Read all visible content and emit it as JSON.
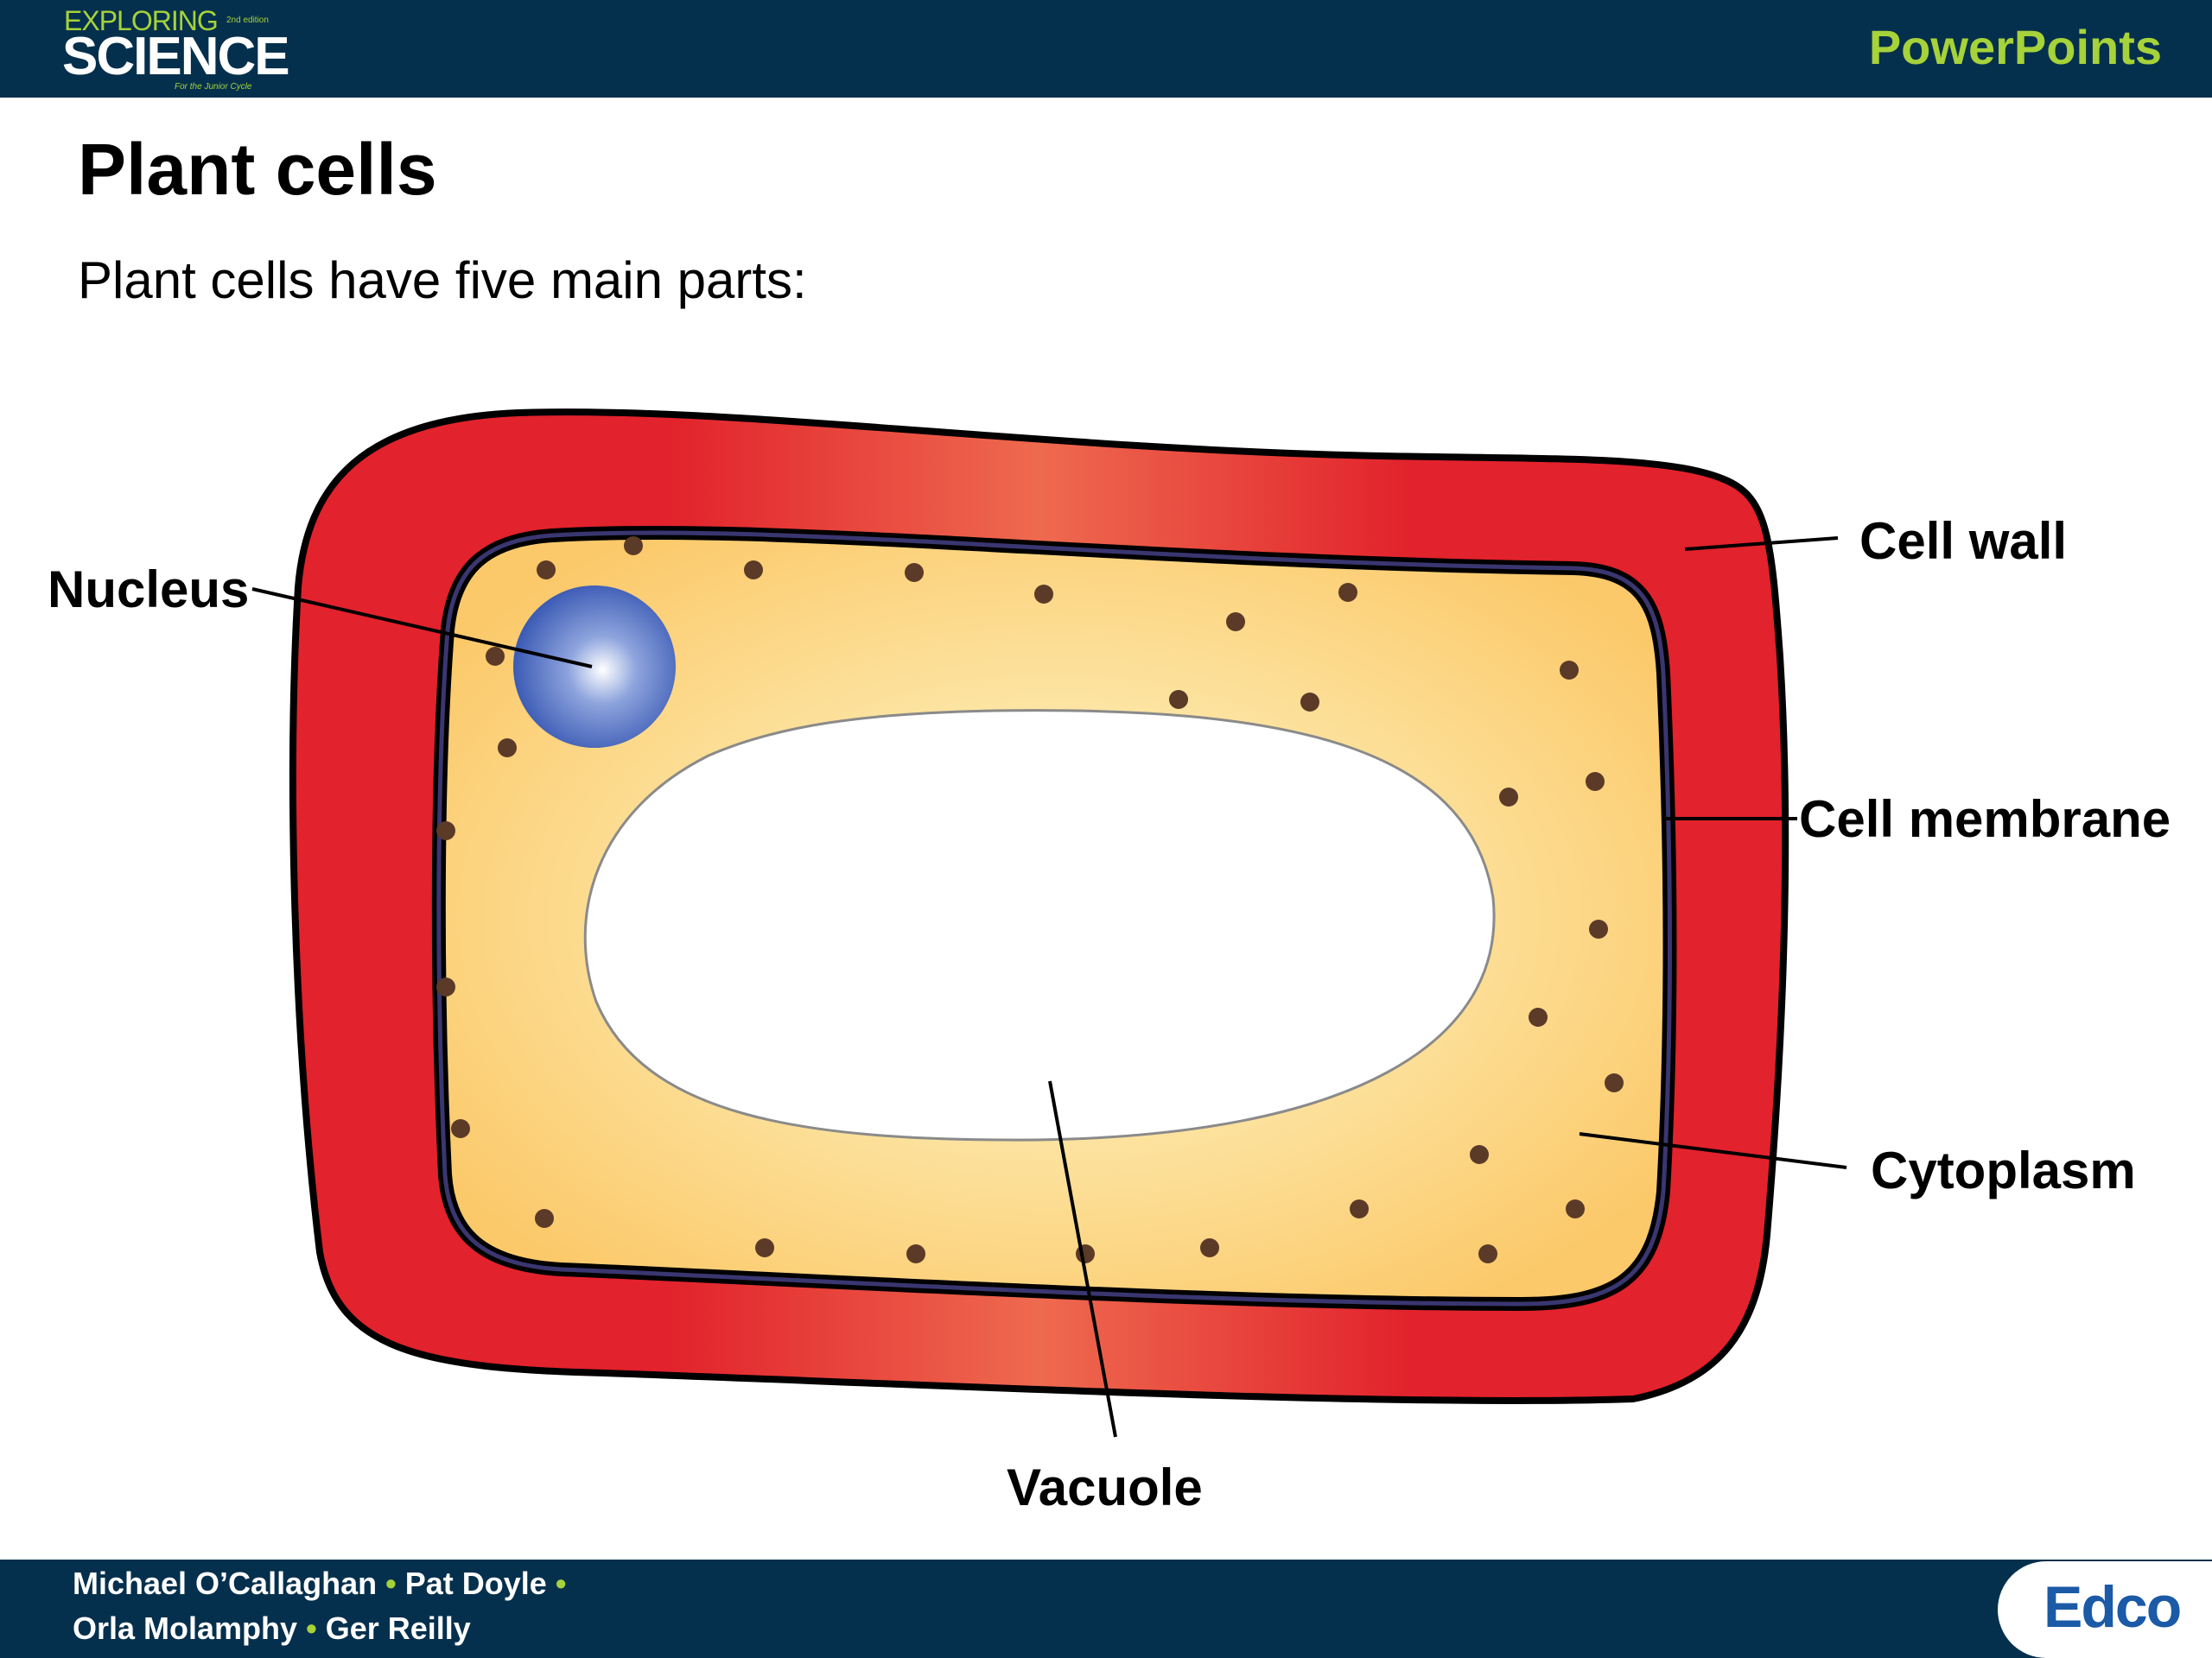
{
  "header": {
    "logo_line1": "EXPLORING",
    "logo_edition": "2nd edition",
    "logo_line2": "SCIENCE",
    "logo_tagline": "For the Junior Cycle",
    "right_label": "PowerPoints"
  },
  "slide": {
    "title": "Plant cells",
    "subtitle": "Plant cells have five main parts:"
  },
  "diagram": {
    "labels": {
      "nucleus": "Nucleus",
      "cell_wall": "Cell wall",
      "cell_membrane": "Cell membrane",
      "cytoplasm": "Cytoplasm",
      "vacuole": "Vacuole"
    },
    "colors": {
      "cell_wall": "#e2222c",
      "cytoplasm": "#fbd88a",
      "membrane": "#2a2a55",
      "nucleus": "#3a5bb5",
      "granules": "#5b3a28"
    }
  },
  "footer": {
    "author1": "Michael O’Callaghan",
    "author2": "Pat Doyle",
    "author3": "Orla Molamphy",
    "author4": "Ger Reilly",
    "separator": "•",
    "publisher": "Edco"
  }
}
